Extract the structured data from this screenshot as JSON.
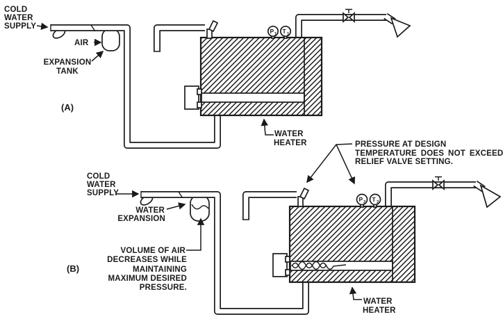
{
  "colors": {
    "ink": "#1a1a1a",
    "paper": "#ffffff"
  },
  "diagram_a": {
    "panel_label": "(A)",
    "labels": {
      "cold_water_supply": [
        "COLD",
        "WATER",
        "SUPPLY"
      ],
      "air": "AIR",
      "expansion_tank": [
        "EXPANSION",
        "TANK"
      ],
      "water_heater": [
        "WATER",
        "HEATER"
      ]
    },
    "gauges": {
      "pressure": {
        "letter": "P",
        "sub": "1"
      },
      "temperature": {
        "letter": "T",
        "sub": "1"
      }
    }
  },
  "diagram_b": {
    "panel_label": "(B)",
    "labels": {
      "cold_water_supply": [
        "COLD",
        "WATER",
        "SUPPLY"
      ],
      "water_expansion": [
        "WATER",
        "EXPANSION"
      ],
      "air_volume_note": [
        "VOLUME OF AIR",
        "DECREASES WHILE",
        "MAINTAINING",
        "MAXIMUM DESIRED",
        "PRESSURE."
      ],
      "relief_note": [
        "PRESSURE AT DESIGN",
        "TEMPERATURE DOES NOT EXCEED",
        "RELIEF VALVE SETTING."
      ],
      "water_heater": [
        "WATER",
        "HEATER"
      ]
    },
    "gauges": {
      "pressure": {
        "letter": "P",
        "sub": "2"
      },
      "temperature": {
        "letter": "T",
        "sub": "2"
      }
    }
  }
}
